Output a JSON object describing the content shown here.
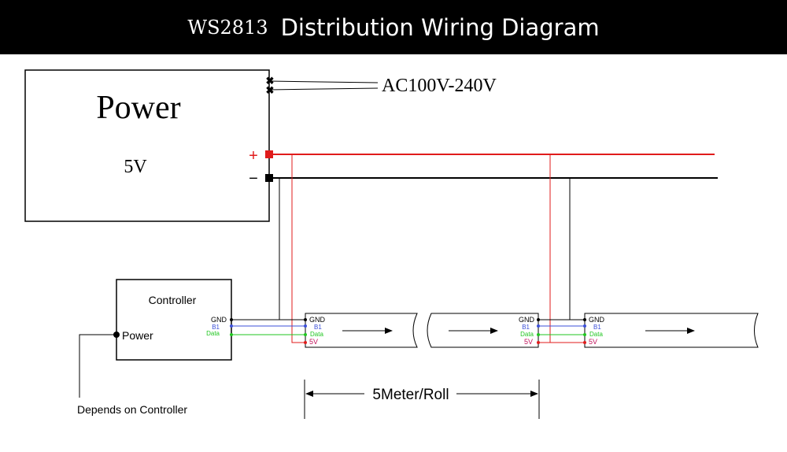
{
  "header": {
    "model": "WS2813",
    "title": "Distribution Wiring Diagram"
  },
  "power": {
    "label": "Power",
    "voltage": "5V",
    "plus": "+",
    "minus": "−",
    "ac_input": "AC100V-240V"
  },
  "controller": {
    "label": "Controller",
    "power_pin": "Power",
    "note": "Depends on Controller",
    "pins": [
      "GND",
      "B1",
      "Data"
    ]
  },
  "strip": {
    "pins": [
      "GND",
      "B1",
      "Data",
      "5V"
    ]
  },
  "dimension": {
    "label": "5Meter/Roll"
  },
  "colors": {
    "positive": "#e01b1b",
    "negative": "#000000",
    "b1": "#3b4fd8",
    "data": "#1fc61f",
    "v5_text": "#c0115a"
  }
}
